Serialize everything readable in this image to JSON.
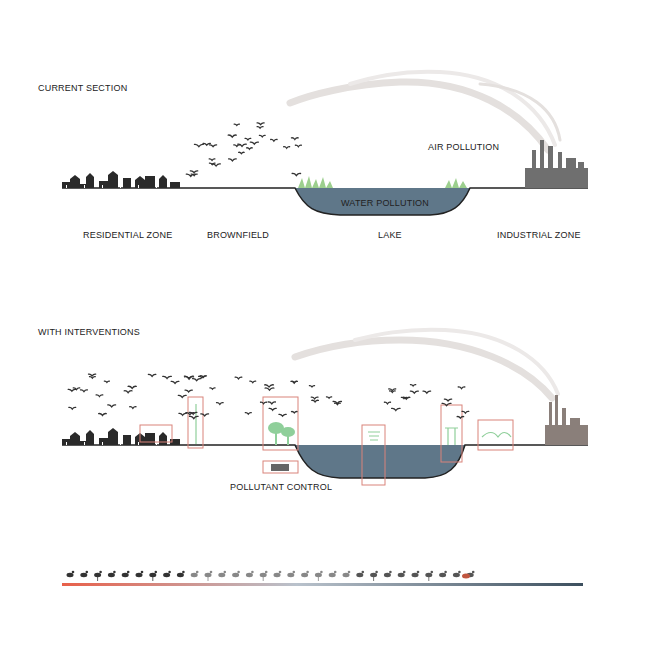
{
  "diagram": {
    "labels": [
      "CURRENT SECTION",
      "AIR POLLUTION",
      "WATER POLLUTION",
      "RESIDENTIAL ZONE",
      "BROWNFIELD",
      "LAKE",
      "INDUSTRIAL ZONE",
      "WITH INTERVENTIONS",
      "POLLUTANT CONTROL"
    ]
  }
}
